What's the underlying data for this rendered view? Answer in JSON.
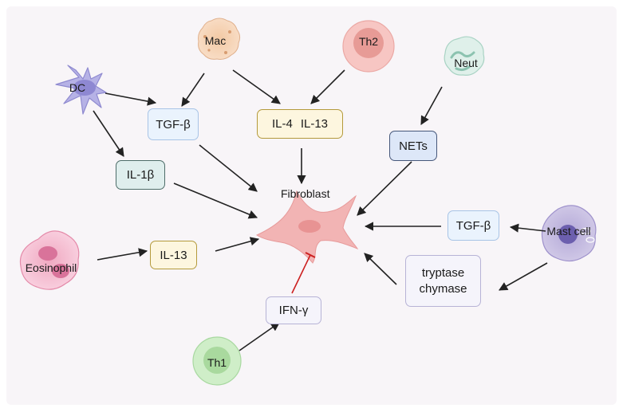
{
  "cells": {
    "mac": "Mac",
    "th2": "Th2",
    "neut": "Neut",
    "dc": "DC",
    "eosinophil": "Eosinophil",
    "mast_cell": "Mast cell",
    "th1": "Th1"
  },
  "center": {
    "label": "Fibroblast"
  },
  "mediators": {
    "tgf_beta_left": "TGF-β",
    "il4": "IL-4",
    "il13_top": "IL-13",
    "nets": "NETs",
    "il1b": "IL-1β",
    "il13_left": "IL-13",
    "tgf_beta_right": "TGF-β",
    "tryptase": "tryptase",
    "chymase": "chymase",
    "ifn_gamma": "IFN-γ"
  },
  "colors": {
    "arrow": "#222222",
    "inhibit": "#cc2020",
    "fibroblast": "#f2b4b4"
  }
}
